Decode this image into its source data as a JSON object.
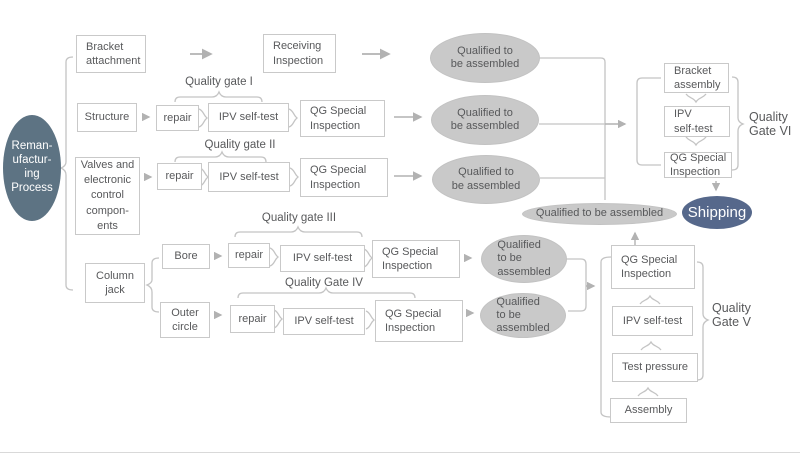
{
  "colors": {
    "process_accent": "#5d7383",
    "shipping_accent": "#56688b",
    "qualified_gray": "#c9c9c9",
    "line_gray": "#bdbdbd",
    "text_gray": "#58595b"
  },
  "source": {
    "label": "Reman-\nufactur-\ning\nProcess"
  },
  "rows": {
    "bracket": {
      "input": "Bracket\nattachment",
      "inspection": "Receiving\nInspection",
      "result": "Qualified to\nbe assembled"
    },
    "structure": {
      "input": "Structure",
      "gate": "Quality gate I",
      "repair": "repair",
      "self_test": "IPV self-test",
      "inspection": "QG Special\nInspection",
      "result": "Qualified to\nbe assembled"
    },
    "valves": {
      "input": "Valves and\nelectronic\ncontrol\ncompon-\nents",
      "gate": "Quality gate II",
      "repair": "repair",
      "self_test": "IPV self-test",
      "inspection": "QG Special\nInspection",
      "result": "Qualified to\nbe assembled"
    },
    "column_jack": {
      "input": "Column\njack",
      "bore": {
        "input": "Bore",
        "gate": "Quality gate III",
        "repair": "repair",
        "self_test": "IPV self-test",
        "inspection": "QG Special\nInspection",
        "result": "Qualified\nto be\nassembled"
      },
      "outer": {
        "input": "Outer\ncircle",
        "gate": "Quality Gate IV",
        "repair": "repair",
        "self_test": "IPV self-test",
        "inspection": "QG Special\nInspection",
        "result": "Qualified\nto be\nassembled"
      }
    }
  },
  "gate_v": {
    "label": "Quality\nGate V",
    "steps": [
      "QG Special\nInspection",
      "IPV self-test",
      "Test pressure",
      "Assembly"
    ]
  },
  "gate_vi": {
    "label": "Quality\nGate VI",
    "steps": [
      "Bracket\nassembly",
      "IPV\nself-test",
      "QG Special\nInspection"
    ]
  },
  "merge": {
    "result": "Qualified to be assembled"
  },
  "shipping": {
    "label": "Shipping"
  }
}
